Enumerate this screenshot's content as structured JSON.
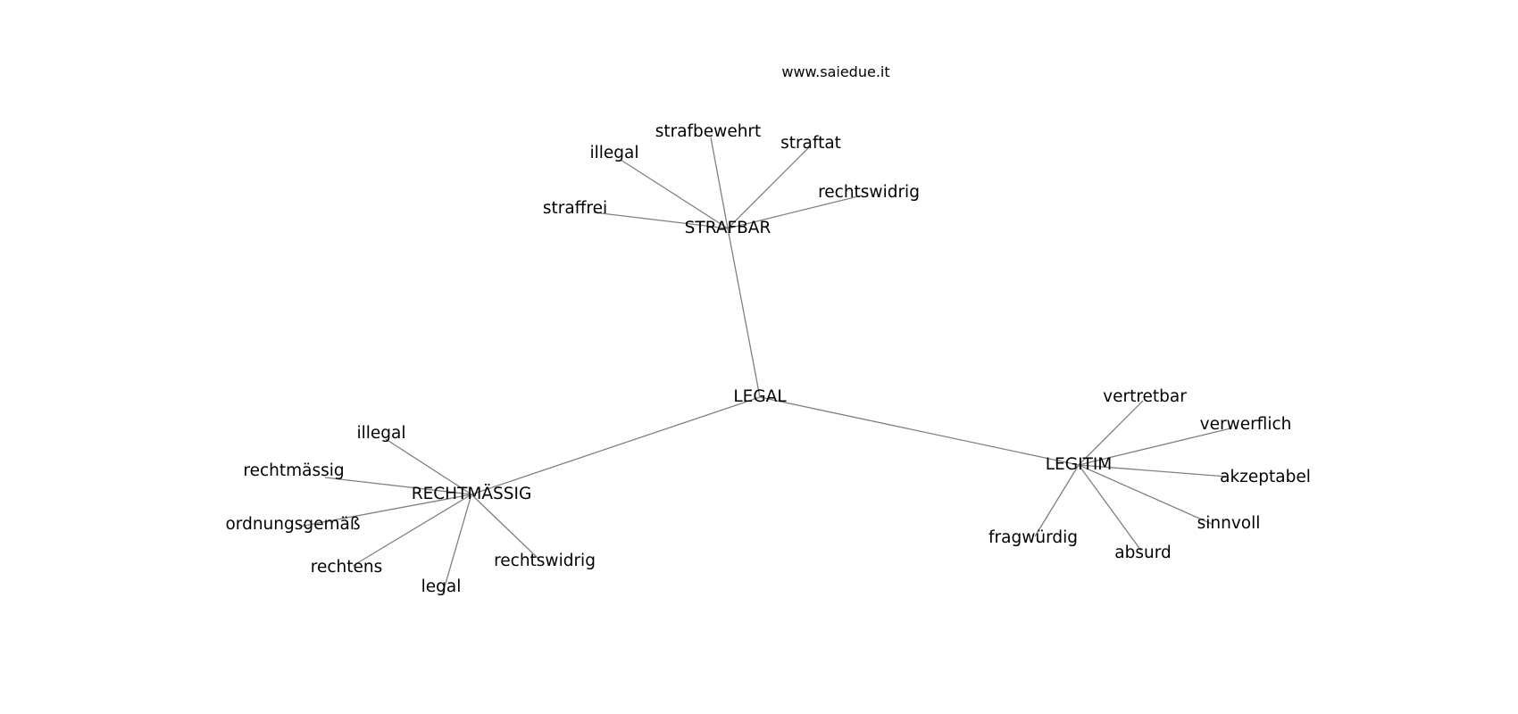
{
  "watermark": "www.saiedue.it",
  "colors": {
    "edge": "#808080",
    "text": "#000000",
    "background": "#ffffff"
  },
  "nodes": {
    "legal": "LEGAL",
    "strafbar": "STRAFBAR",
    "rechtmaessig": "RECHTMÄSSIG",
    "legitim": "LEGITIM",
    "strafbar_illegal": "illegal",
    "strafbar_strafbewehrt": "strafbewehrt",
    "strafbar_straftat": "straftat",
    "strafbar_rechtswidrig": "rechtswidrig",
    "strafbar_straffrei": "straffrei",
    "rm_illegal": "illegal",
    "rm_rechtmaessig": "rechtmässig",
    "rm_ordnungsgemaess": "ordnungsgemäß",
    "rm_rechtens": "rechtens",
    "rm_legal": "legal",
    "rm_rechtswidrig": "rechtswidrig",
    "lg_vertretbar": "vertretbar",
    "lg_verwerflich": "verwerflich",
    "lg_akzeptabel": "akzeptabel",
    "lg_sinnvoll": "sinnvoll",
    "lg_absurd": "absurd",
    "lg_fragwuerdig": "fragwürdig"
  },
  "edges": [
    [
      "legal",
      "strafbar"
    ],
    [
      "legal",
      "rechtmaessig"
    ],
    [
      "legal",
      "legitim"
    ],
    [
      "strafbar",
      "strafbar_illegal"
    ],
    [
      "strafbar",
      "strafbar_strafbewehrt"
    ],
    [
      "strafbar",
      "strafbar_straftat"
    ],
    [
      "strafbar",
      "strafbar_rechtswidrig"
    ],
    [
      "strafbar",
      "strafbar_straffrei"
    ],
    [
      "rechtmaessig",
      "rm_illegal"
    ],
    [
      "rechtmaessig",
      "rm_rechtmaessig"
    ],
    [
      "rechtmaessig",
      "rm_ordnungsgemaess"
    ],
    [
      "rechtmaessig",
      "rm_rechtens"
    ],
    [
      "rechtmaessig",
      "rm_legal"
    ],
    [
      "rechtmaessig",
      "rm_rechtswidrig"
    ],
    [
      "legitim",
      "lg_vertretbar"
    ],
    [
      "legitim",
      "lg_verwerflich"
    ],
    [
      "legitim",
      "lg_akzeptabel"
    ],
    [
      "legitim",
      "lg_sinnvoll"
    ],
    [
      "legitim",
      "lg_absurd"
    ],
    [
      "legitim",
      "lg_fragwuerdig"
    ]
  ]
}
